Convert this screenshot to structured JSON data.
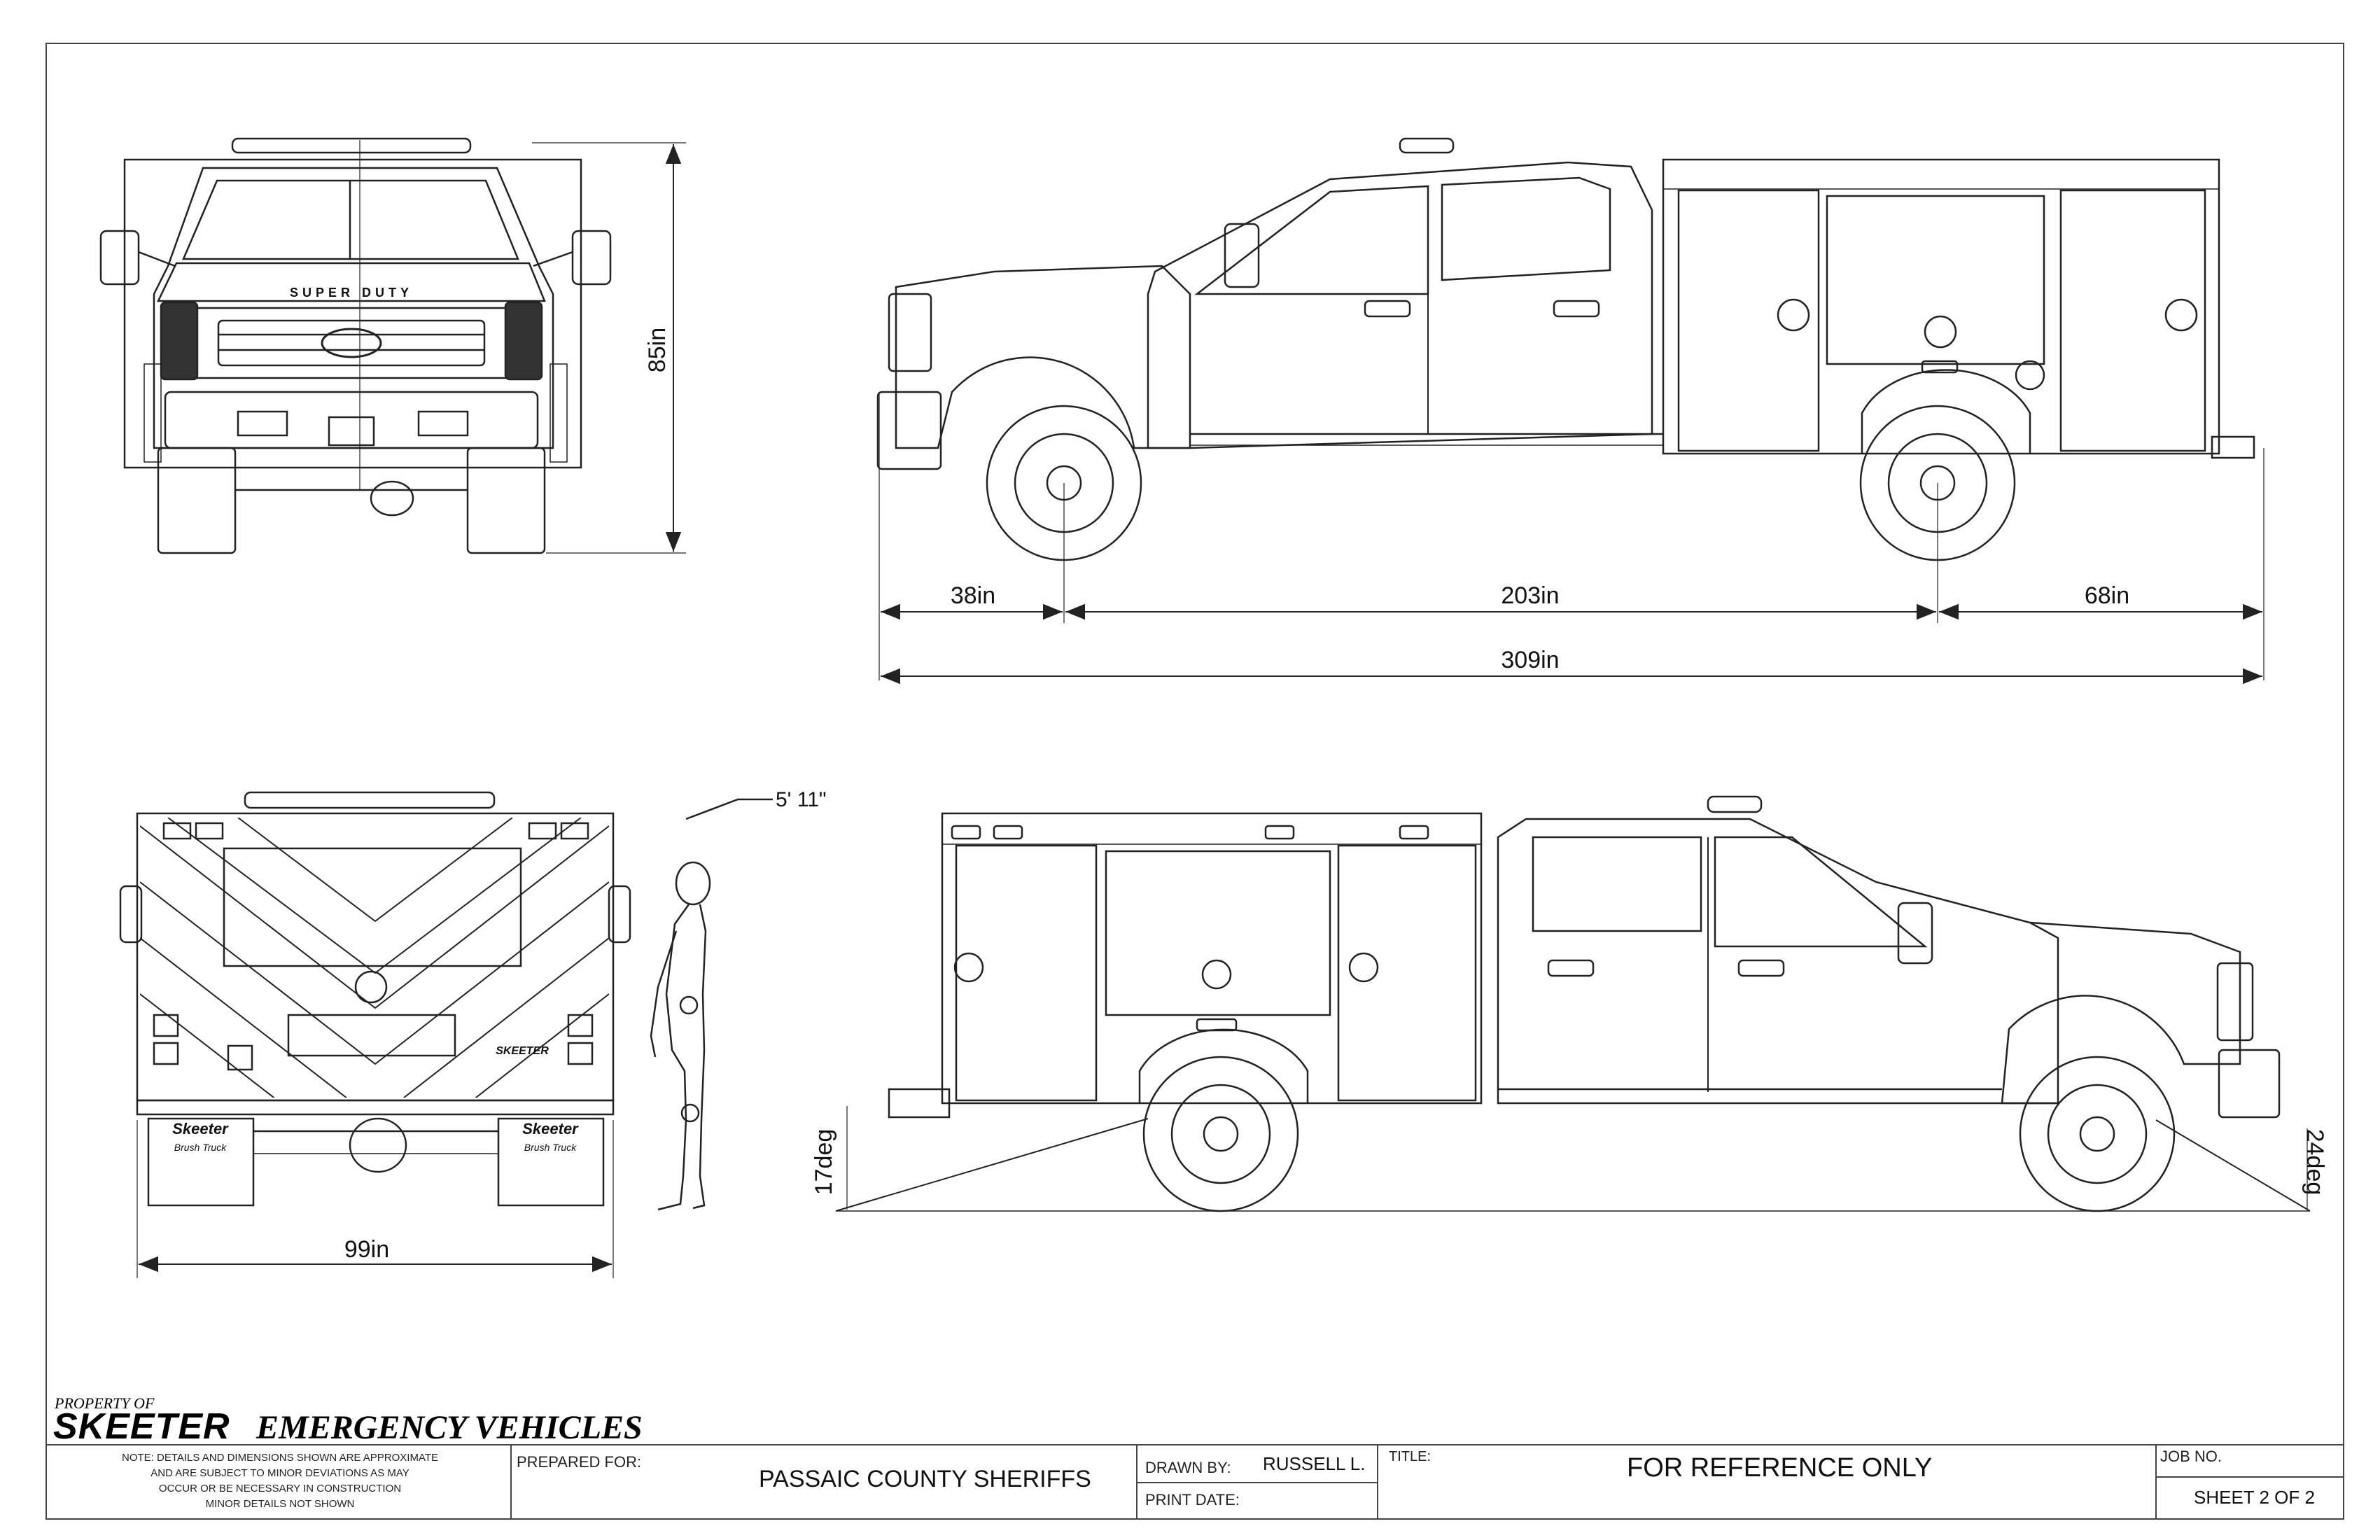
{
  "dimensions": {
    "height_front": "85in",
    "front_overhang": "38in",
    "wheelbase": "203in",
    "rear_overhang": "68in",
    "overall_length": "309in",
    "width_rear": "99in",
    "person_height": "5' 11\"",
    "departure_angle": "17deg",
    "approach_angle": "24deg"
  },
  "markings": {
    "grille_text": "SUPER DUTY",
    "rear_badge_left": "Skeeter",
    "rear_badge_left_sub": "Brush Truck",
    "rear_badge_right": "Skeeter",
    "rear_badge_right_sub": "Brush Truck",
    "rear_plate_badge": "SKEETER"
  },
  "title_block": {
    "property_of": "PROPERTY OF",
    "brand_bold": "SKEETER",
    "brand_rest": "EMERGENCY VEHICLES",
    "note_lines": [
      "NOTE: DETAILS AND DIMENSIONS SHOWN ARE APPROXIMATE",
      "AND ARE SUBJECT TO MINOR DEVIATIONS AS MAY",
      "OCCUR OR BE NECESSARY IN CONSTRUCTION",
      "MINOR DETAILS NOT SHOWN"
    ],
    "prepared_for_label": "PREPARED FOR:",
    "prepared_for_value": "PASSAIC COUNTY SHERIFFS",
    "drawn_by_label": "DRAWN BY:",
    "drawn_by_value": "RUSSELL L.",
    "print_date_label": "PRINT DATE:",
    "title_label": "TITLE:",
    "title_value": "FOR REFERENCE ONLY",
    "job_no_label": "JOB NO.",
    "sheet": "SHEET 2 OF 2"
  }
}
